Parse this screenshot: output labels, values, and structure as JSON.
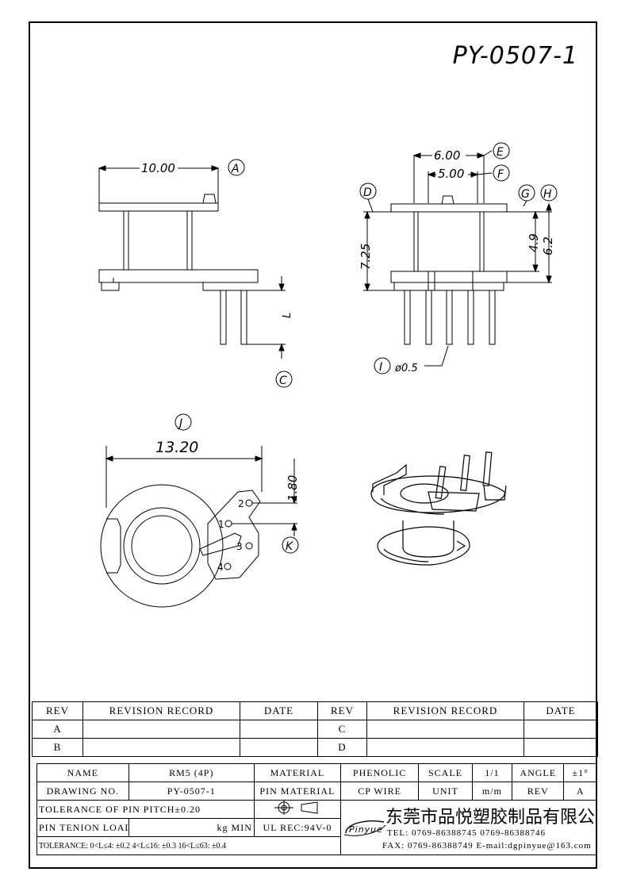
{
  "part_number": "PY-0507-1",
  "dims": {
    "a": "10.00",
    "e": "6.00",
    "f": "5.00",
    "h_total": "7.25",
    "g": "4.9",
    "h": "6.2",
    "pin_len": "L",
    "pin_dia": "ø0.5",
    "od": "13.20",
    "pin_pitch": "1.80"
  },
  "callouts": [
    "A",
    "C",
    "D",
    "E",
    "F",
    "G",
    "H",
    "I",
    "J",
    "K"
  ],
  "pins": [
    "1",
    "2",
    "3",
    "4"
  ],
  "revision": {
    "headers": [
      "REV",
      "REVISION RECORD",
      "DATE",
      "REV",
      "REVISION RECORD",
      "DATE"
    ],
    "rows": [
      [
        "A",
        "",
        "",
        "C",
        "",
        ""
      ],
      [
        "B",
        "",
        "",
        "D",
        "",
        ""
      ]
    ]
  },
  "title_block": {
    "name_label": "NAME",
    "name_value": "RM5 (4P)",
    "material_label": "MATERIAL",
    "material_value": "PHENOLIC",
    "scale_label": "SCALE",
    "scale_value": "1/1",
    "angle_label": "ANGLE",
    "angle_value": "±1°",
    "drawing_no_label": "DRAWING NO.",
    "drawing_no_value": "PY-0507-1",
    "pin_material_label": "PIN MATERIAL",
    "pin_material_value": "CP WIRE",
    "unit_label": "UNIT",
    "unit_value": "m/m",
    "rev_label": "REV",
    "rev_value": "A",
    "tolerance_pitch": "TOLERANCE OF PIN PITCH±0.20",
    "pin_tension_label": "PIN TENION LOAD",
    "pin_tension_value": "kg MIN",
    "ul_rec": "UL REC:94V-0",
    "tolerance_general": "TOLERANCE: 0<L≤4: ±0.2  4<L≤16: ±0.3  16<L≤63: ±0.4"
  },
  "company": {
    "name": "东莞市品悦塑胶制品有限公司",
    "logo_text": "Pinyue",
    "tel": "TEL: 0769-86388745    0769-86388746",
    "fax": "FAX: 0769-86388749   E-mail:dgpinyue@163.com"
  }
}
